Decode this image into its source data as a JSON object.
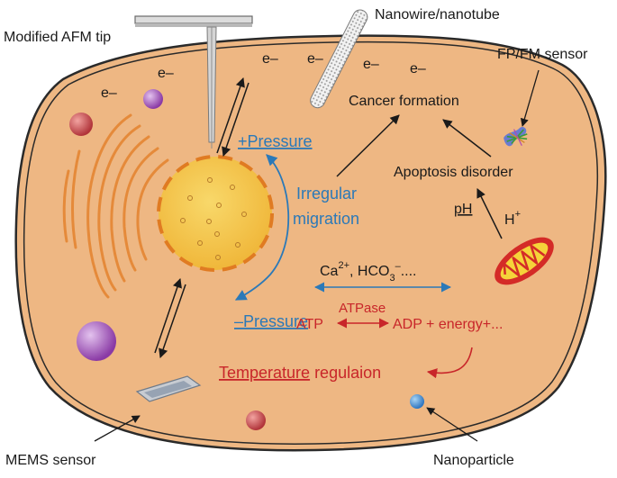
{
  "labels": {
    "afm_tip": "Modified AFM tip",
    "nanowire": "Nanowire/nanotube",
    "fpfm_sensor": "FP/FM sensor",
    "cancer_formation": "Cancer formation",
    "apoptosis_disorder": "Apoptosis disorder",
    "ph": "pH",
    "h_plus": "H",
    "h_plus_sup": "+",
    "plus_pressure": "+Pressure",
    "minus_pressure": "–Pressure",
    "irregular": "Irregular",
    "migration": "migration",
    "ca": "Ca",
    "ca_sup": "2+",
    "hco": ", HCO",
    "hco_sub": "3",
    "hco_sup": "–",
    "hco_tail": "....",
    "atpase": "ATPase",
    "atp": "ATP",
    "adp": "ADP + energy+...",
    "temp_underlined": "Temperature",
    "temp_rest": " regulaion",
    "mems_sensor": "MEMS sensor",
    "nanoparticle": "Nanoparticle"
  },
  "electron": "e–",
  "colors": {
    "cytoplasm": "#eeb783",
    "membrane": "#2a2a2a",
    "nucleus_fill": "#f4c84e",
    "nucleus_border": "#e07b22",
    "blue_text": "#2b79b8",
    "red_text": "#c8262a",
    "golgi": "#e58a3a",
    "mito_outer": "#d42b27",
    "mito_inner": "#f5d33a"
  }
}
